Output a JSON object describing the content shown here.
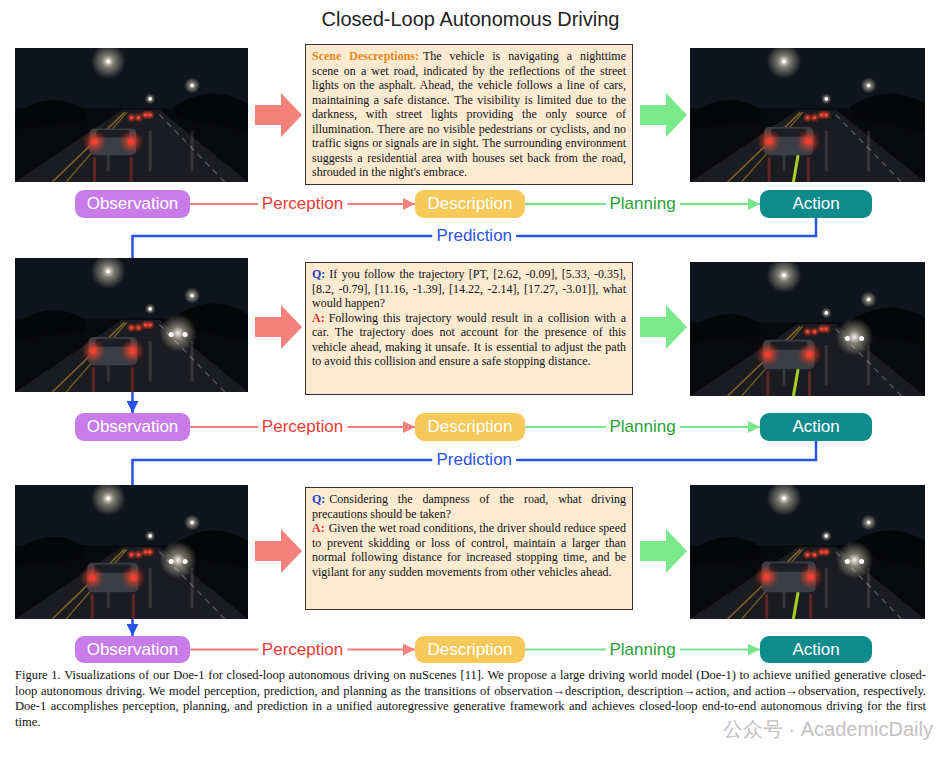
{
  "diagram": {
    "title": "Closed-Loop Autonomous Driving",
    "caption": "Figure 1. Visualizations of our Doe-1 for closed-loop autonomous driving on nuScenes [11]. We propose a large driving world model (Doe-1) to achieve unified generative closed-loop autonomous driving. We model perception, prediction, and planning as the transitions of observation→description, description→action, and action→observation, respectively. Doe-1 accomplishes perception, planning, and prediction in a unified autoregressive generative framework and achieves closed-loop end-to-end autonomous driving for the first time.",
    "nodes": [
      {
        "text": [
          "Scene Descreptions:",
          "The vehicle is navigating a nighttime scene on a wet road, indicated by the reflections of the street lights on the asphalt. Ahead, the vehicle follows a line of cars, maintaining a safe distance. The visibility is limited due to the darkness, with street lights providing the only source of illumination. There are no visible pedestrians or cyclists, and no traffic signs or signals are in sight. The surrounding environment suggests a residential area with houses set back from the road, shrouded in the night's embrace."
        ]
      },
      {
        "text": [
          "Observation"
        ]
      },
      {
        "text": [
          "Description"
        ]
      },
      {
        "text": [
          "Action"
        ]
      },
      {
        "text": [
          "Q:",
          "If you follow the trajectory [PT, [2.62, -0.09], [5.33, -0.35], [8.2, -0.79], [11.16, -1.39], [14.22, -2.14], [17.27, -3.01]], what would happen?",
          "A:",
          "Following this trajectory would result in a collision with a car. The trajectory does not account for the presence of this vehicle ahead, making it unsafe. It is essential to adjust the path to avoid this collision and ensure a safe stopping distance."
        ]
      },
      {
        "text": [
          "Observation"
        ]
      },
      {
        "text": [
          "Description"
        ]
      },
      {
        "text": [
          "Action"
        ]
      },
      {
        "text": [
          "Q:",
          "Considering the dampness of the road, what driving precautions should be taken?",
          "A:",
          "Given the wet road conditions, the driver should reduce speed to prevent skidding or loss of control, maintain a larger than normal following distance for increased stopping time, and be vigilant for any sudden movements from other vehicles ahead."
        ]
      },
      {
        "text": [
          "Observation"
        ]
      },
      {
        "text": [
          "Description"
        ]
      },
      {
        "text": [
          "Action"
        ]
      }
    ],
    "edges": [
      {
        "from": 1,
        "to": 2,
        "label": "Perception",
        "arrow": "to"
      },
      {
        "from": 2,
        "to": 3,
        "label": "Planning",
        "arrow": "to"
      },
      {
        "from": 3,
        "to": 5,
        "label": "Prediction",
        "arrow": "to"
      },
      {
        "from": 5,
        "to": 6,
        "label": "Perception",
        "arrow": "to"
      },
      {
        "from": 6,
        "to": 7,
        "label": "Planning",
        "arrow": "to"
      },
      {
        "from": 7,
        "to": 9,
        "label": "Prediction",
        "arrow": "to"
      },
      {
        "from": 9,
        "to": 10,
        "label": "Perception",
        "arrow": "to"
      },
      {
        "from": 10,
        "to": 11,
        "label": "Planning",
        "arrow": "to"
      }
    ],
    "labels": [
      "公众号 · AcademicDaily"
    ]
  }
}
